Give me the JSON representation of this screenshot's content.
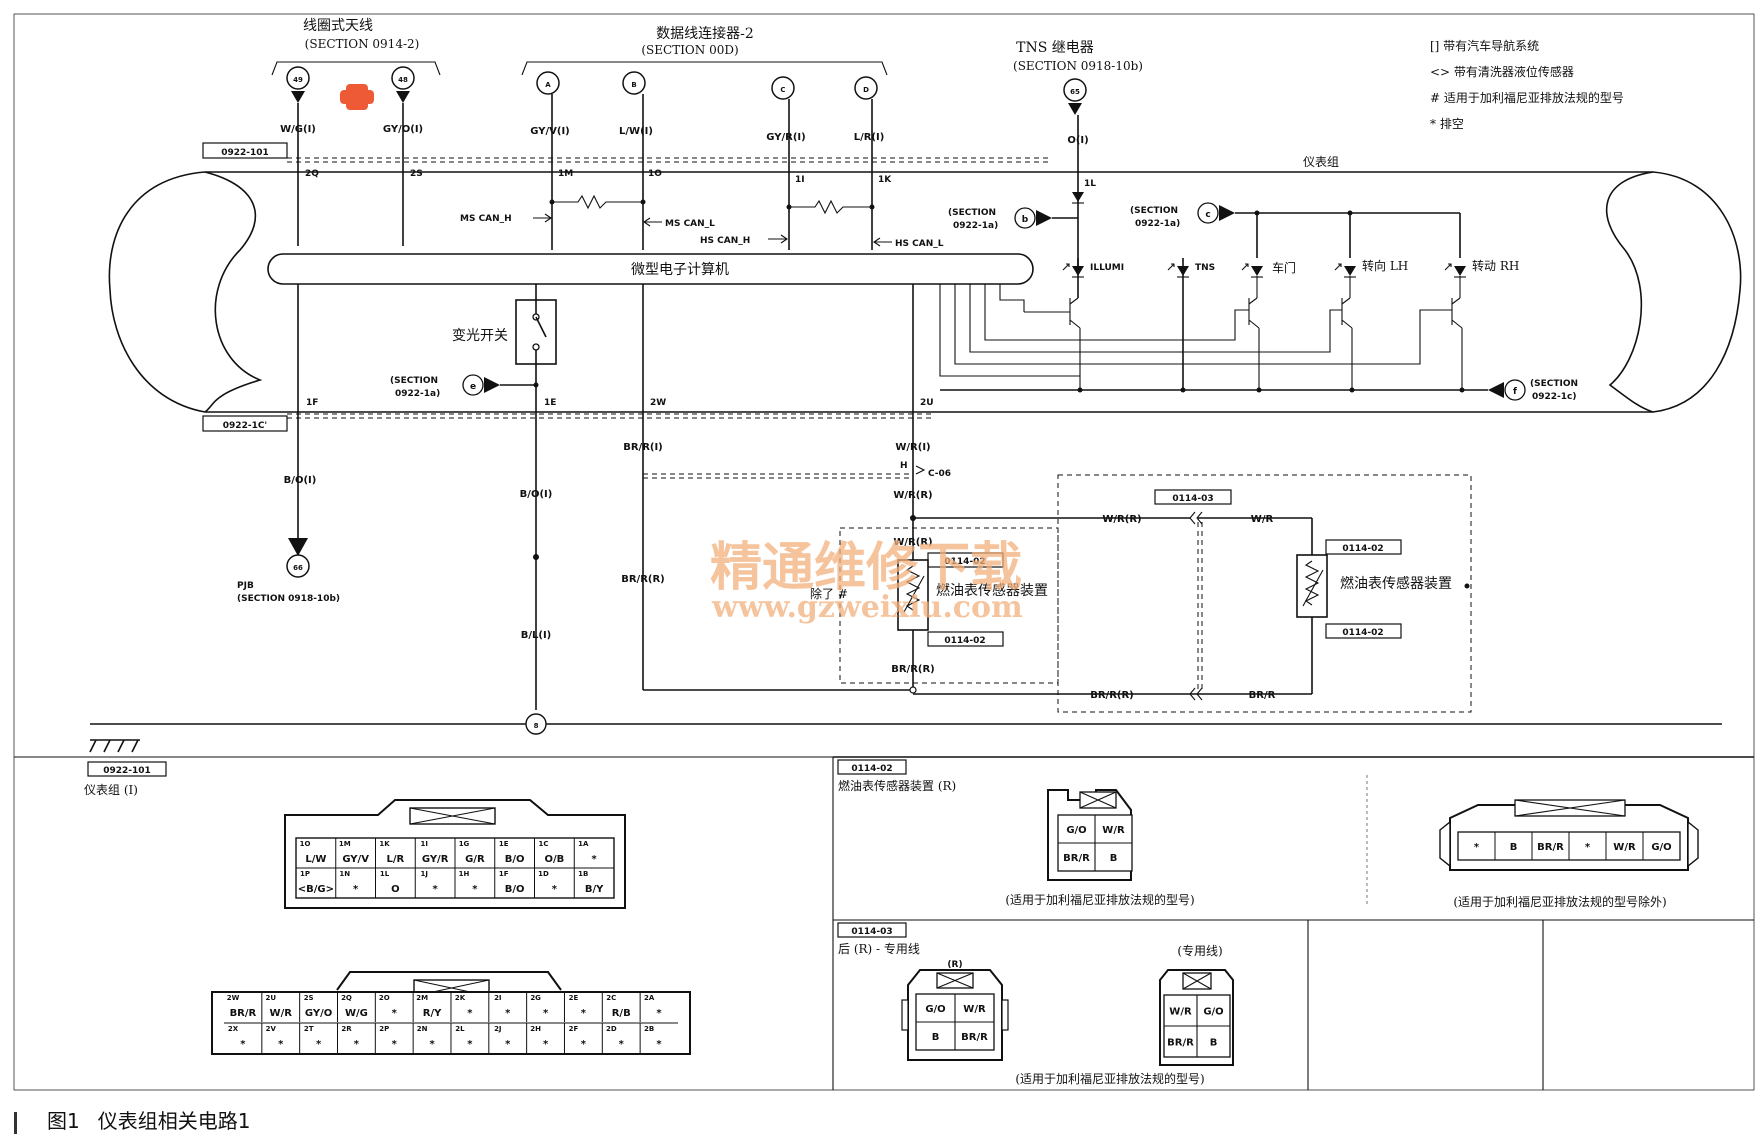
{
  "notes": {
    "nav": "[] 带有汽车导航系统",
    "washer": "<> 带有清洗器液位传感器",
    "california": "# 适用于加利福尼亚排放法规的型号",
    "empty": "* 排空"
  },
  "blocks": {
    "antenna": {
      "title": "线圈式天线",
      "section": "(SECTION 0914-2)",
      "pin_a": "49",
      "pin_b": "48",
      "wire_a": "W/G(I)",
      "wire_b": "GY/O(I)",
      "term_a": "2Q",
      "term_b": "2S"
    },
    "dlc": {
      "title": "数据线连接器-2",
      "section": "(SECTION 00D)",
      "a": "A",
      "b": "B",
      "c": "C",
      "d": "D",
      "wire_a": "GY/V(I)",
      "wire_b": "L/W(I)",
      "wire_c": "GY/R(I)",
      "wire_d": "L/R(I)",
      "term_a": "1M",
      "term_b": "1O",
      "term_c": "1I",
      "term_d": "1K",
      "ms_h": "MS CAN_H",
      "ms_l": "MS CAN_L",
      "hs_h": "HS CAN_H",
      "hs_l": "HS CAN_L"
    },
    "tns": {
      "title": "TNS 继电器",
      "section": "(SECTION 0918-10b)",
      "pin": "65",
      "wire": "O(I)",
      "term": "1L"
    },
    "cluster": {
      "label": "仪表组",
      "computer": "微型电子计算机",
      "dimmer": "变光开关",
      "connector_top": "0922-101",
      "connector_bottom": "0922-1C'",
      "term_f": "1F",
      "term_e": "1E",
      "term_w": "2W",
      "term_u": "2U"
    },
    "section_refs": {
      "b": "b",
      "b_text1": "(SECTION",
      "b_text2": "0922-1a)",
      "c": "c",
      "c_text1": "(SECTION",
      "c_text2": "0922-1a)",
      "e": "e",
      "e_text1": "(SECTION",
      "e_text2": "0922-1a)",
      "f": "f",
      "f_text1": "(SECTION",
      "f_text2": "0922-1c)"
    },
    "lamps": {
      "illumi": "ILLUMI",
      "tns": "TNS",
      "door": "车门",
      "turn_lh": "转向 LH",
      "turn_rh": "转动 RH"
    },
    "lower": {
      "bo": "B/O(I)",
      "pin66": "66",
      "pjb1": "PJB",
      "pjb2": "(SECTION 0918-10b)",
      "bo2": "B/O(I)",
      "bl": "B/L(I)",
      "brr1": "BR/R(I)",
      "brr2": "BR/R(R)",
      "wr1": "W/R(I)",
      "h": "H",
      "c06": "C-06",
      "wr2": "W/R(R)",
      "wr3": "W/R(R)",
      "wr4": "W/R",
      "wr5": "W/R(R)",
      "brr3": "BR/R(R)",
      "brr4": "BR/R(R)",
      "brr5": "BR/R",
      "c0114_03": "0114-03",
      "c0114_02a": "0114-02",
      "c0114_02b": "0114-02",
      "c0114_02c": "0114-02",
      "c0114_02d": "0114-02",
      "fuel1": "燃油表传感器装置",
      "fuel2": "燃油表传感器装置",
      "except": "除了 #",
      "ground_pin": "8"
    }
  },
  "panels": {
    "cluster_conn": {
      "code": "0922-101",
      "name": "仪表组 (I)"
    },
    "fuel_conn": {
      "code": "0114-02",
      "name": "燃油表传感器装置 (R)",
      "note_a": "(适用于加利福尼亚排放法规的型号)",
      "note_b": "(适用于加利福尼亚排放法规的型号除外)"
    },
    "rear_conn": {
      "code": "0114-03",
      "name": "后 (R) - 专用线",
      "r": "(R)",
      "special": "(专用线)",
      "note": "(适用于加利福尼亚排放法规的型号)"
    }
  },
  "conn_101_top": [
    {
      "n": "1O",
      "s": "L/W"
    },
    {
      "n": "1M",
      "s": "GY/V"
    },
    {
      "n": "1K",
      "s": "L/R"
    },
    {
      "n": "1I",
      "s": "GY/R"
    },
    {
      "n": "1G",
      "s": "G/R"
    },
    {
      "n": "1E",
      "s": "B/O"
    },
    {
      "n": "1C",
      "s": "O/B"
    },
    {
      "n": "1A",
      "s": "*"
    }
  ],
  "conn_101_bottom": [
    {
      "n": "1P",
      "s": "<B/G>"
    },
    {
      "n": "1N",
      "s": "*"
    },
    {
      "n": "1L",
      "s": "O"
    },
    {
      "n": "1J",
      "s": "*"
    },
    {
      "n": "1H",
      "s": "*"
    },
    {
      "n": "1F",
      "s": "B/O"
    },
    {
      "n": "1D",
      "s": "*"
    },
    {
      "n": "1B",
      "s": "B/Y"
    }
  ],
  "conn_1c_top": [
    {
      "n": "2W",
      "s": "BR/R"
    },
    {
      "n": "2U",
      "s": "W/R"
    },
    {
      "n": "2S",
      "s": "GY/O"
    },
    {
      "n": "2Q",
      "s": "W/G"
    },
    {
      "n": "2O",
      "s": "*"
    },
    {
      "n": "2M",
      "s": "R/Y"
    },
    {
      "n": "2K",
      "s": "*"
    },
    {
      "n": "2I",
      "s": "*"
    },
    {
      "n": "2G",
      "s": "*"
    },
    {
      "n": "2E",
      "s": "*"
    },
    {
      "n": "2C",
      "s": "R/B"
    },
    {
      "n": "2A",
      "s": "*"
    }
  ],
  "conn_1c_bottom": [
    {
      "n": "2X",
      "s": "*"
    },
    {
      "n": "2V",
      "s": "*"
    },
    {
      "n": "2T",
      "s": "*"
    },
    {
      "n": "2R",
      "s": "*"
    },
    {
      "n": "2P",
      "s": "*"
    },
    {
      "n": "2N",
      "s": "*"
    },
    {
      "n": "2L",
      "s": "*"
    },
    {
      "n": "2J",
      "s": "*"
    },
    {
      "n": "2H",
      "s": "*"
    },
    {
      "n": "2F",
      "s": "*"
    },
    {
      "n": "2D",
      "s": "*"
    },
    {
      "n": "2B",
      "s": "*"
    }
  ],
  "conn_0114_02_ca": [
    "G/O",
    "W/R",
    "BR/R",
    "B"
  ],
  "conn_0114_02_other": [
    "*",
    "B",
    "BR/R",
    "*",
    "W/R",
    "G/O"
  ],
  "conn_0114_03_r": [
    "G/O",
    "W/R",
    "B",
    "BR/R"
  ],
  "conn_0114_03_s": [
    "W/R",
    "G/O",
    "BR/R",
    "B"
  ],
  "watermark": {
    "cn": "精通维修下载",
    "url": "www.gzweixiu.com"
  },
  "caption": {
    "fig": "图1",
    "title": "仪表组相关电路1"
  }
}
